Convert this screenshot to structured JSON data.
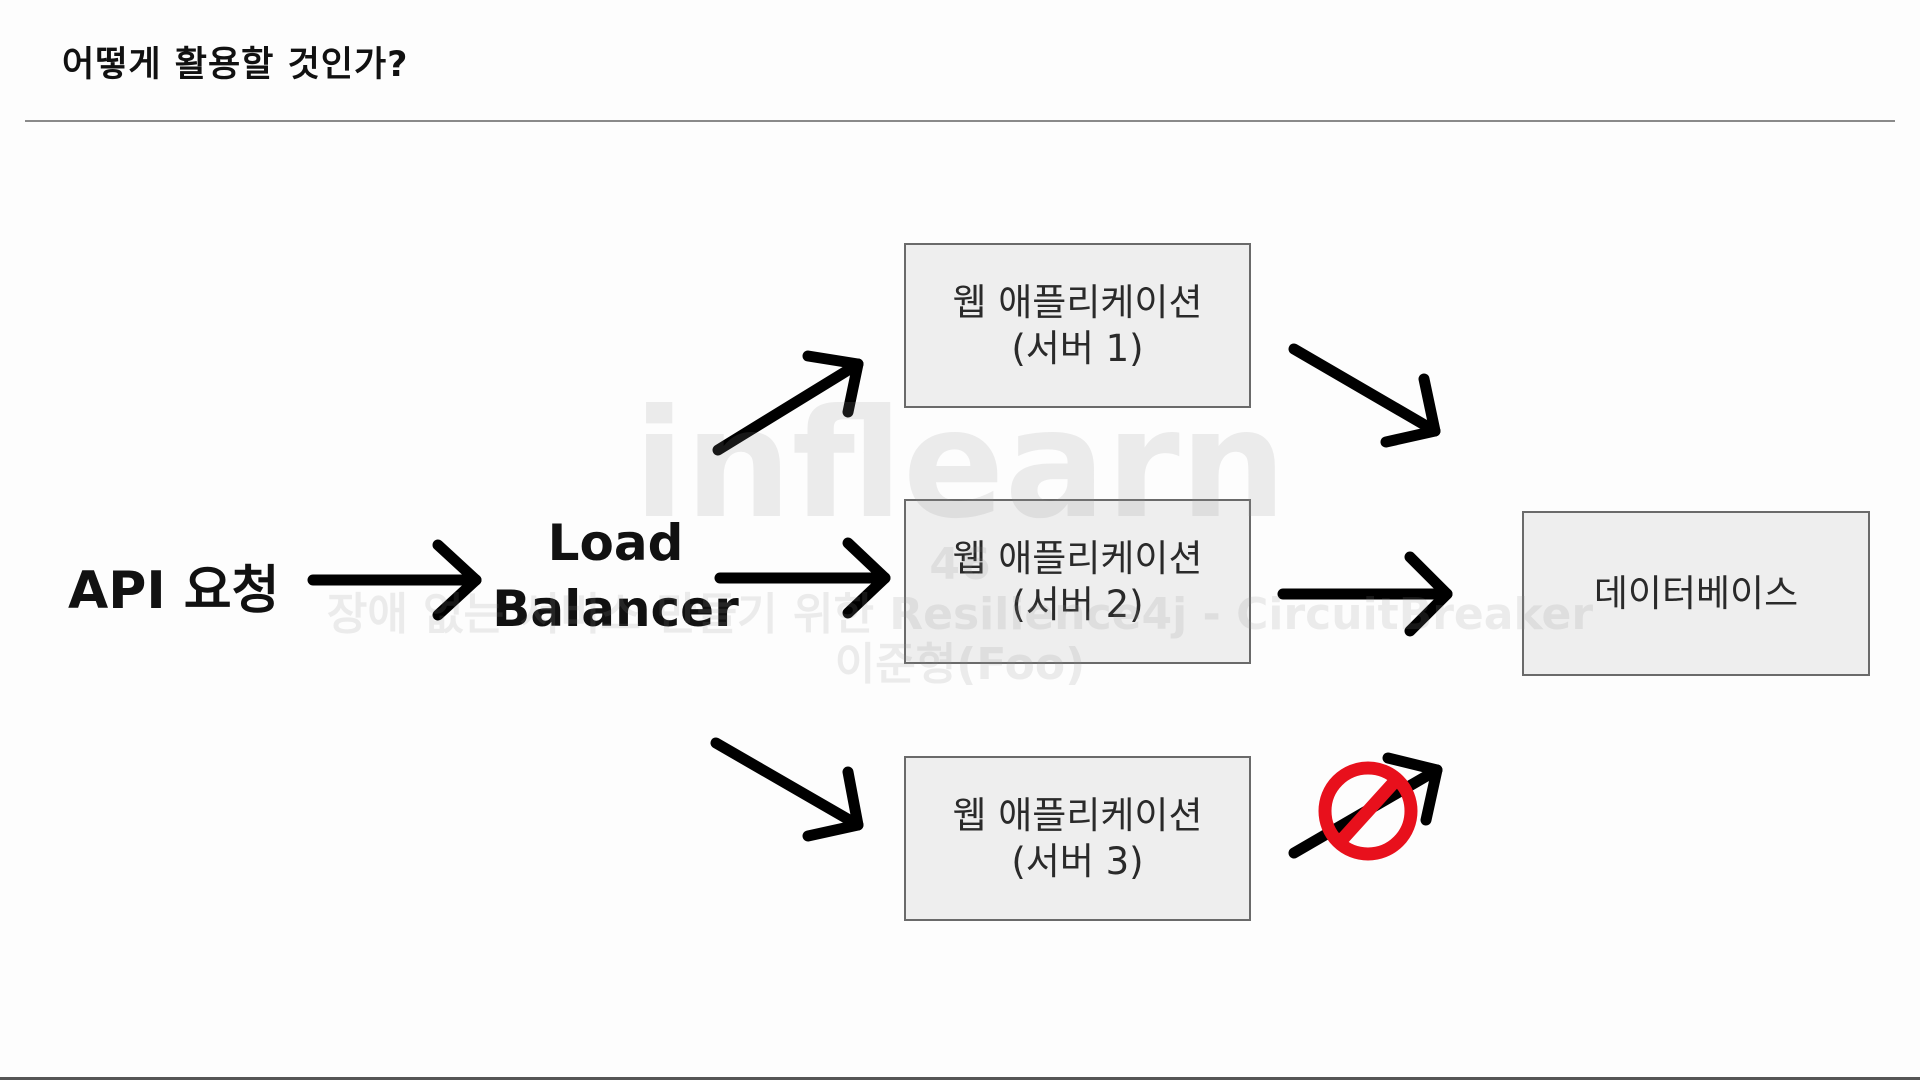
{
  "slide": {
    "title": "어떻게 활용할 것인가?"
  },
  "diagram": {
    "source_label": "API 요청",
    "load_balancer": {
      "line1": "Load",
      "line2": "Balancer"
    },
    "servers": [
      {
        "line1": "웹 애플리케이션",
        "line2": "(서버 1)"
      },
      {
        "line1": "웹 애플리케이션",
        "line2": "(서버 2)"
      },
      {
        "line1": "웹 애플리케이션",
        "line2": "(서버 3)"
      }
    ],
    "database_label": "데이터베이스",
    "blocked_color": "#e8101c",
    "arrow_color": "#000000",
    "box_fill": "#eeeeee",
    "box_border": "#6a6a6a"
  },
  "watermark": {
    "logo": "inflearn",
    "line1": "46",
    "line2": "장애 없는 서비스 만들기 위한 Resilience4j - CircuitBreaker",
    "line3": "이준형(Foo)"
  }
}
